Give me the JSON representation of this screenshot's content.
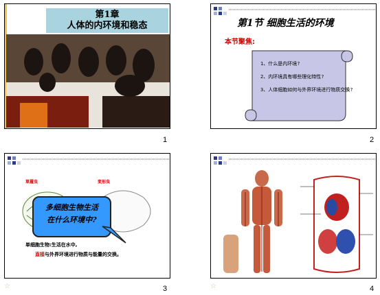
{
  "slide1": {
    "title_line1": "第1章",
    "title_line2": "人体的内环境和稳态",
    "page": "1"
  },
  "slide2": {
    "title": "第1节 细胞生活的环境",
    "subtitle": "本节聚焦:",
    "items": [
      "1、什么是内环境?",
      "2、内环境具有哪些理化特性?",
      "3、人体细胞如何与外界环境进行物质交换?"
    ],
    "page": "2"
  },
  "slide3": {
    "bubble_line1": "多细胞生物生活",
    "bubble_line2": "在什么环境中?",
    "label_left": "草履虫",
    "label_right": "变形虫",
    "text1_prefix": "单细胞生物",
    "text1_suffix": ":生活在水中,",
    "text2_red": "直接",
    "text2_rest": "与外界环境进行物质与能量的交换。",
    "page": "3"
  },
  "slide4": {
    "page": "4"
  },
  "colors": {
    "accent_red": "#d40000",
    "title_bg": "#a9d4df",
    "bubble": "#3399ff"
  }
}
